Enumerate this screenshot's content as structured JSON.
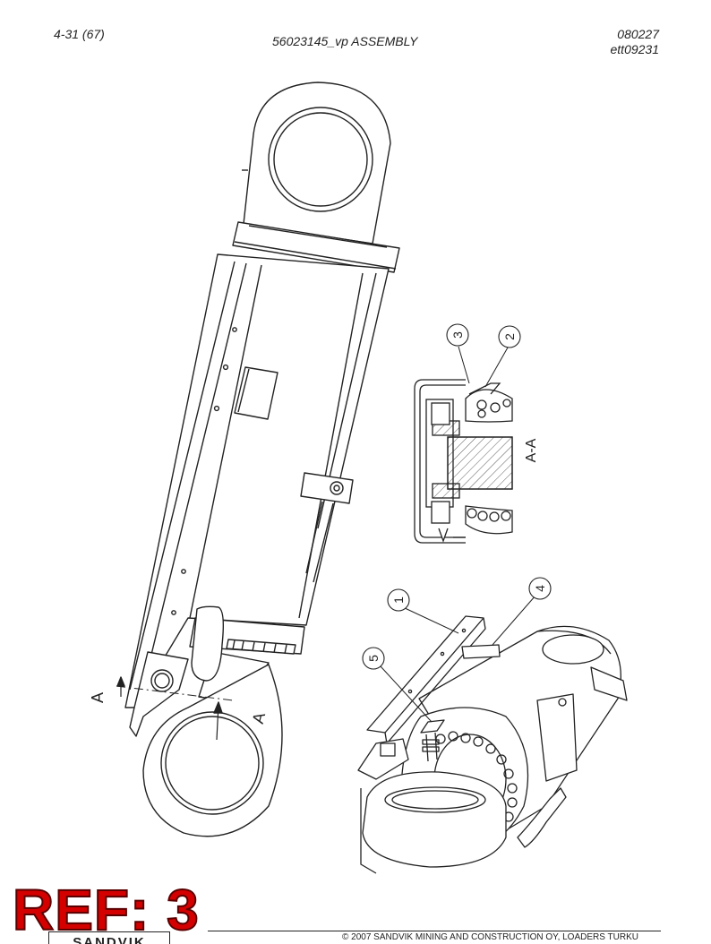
{
  "header": {
    "page": "4-31 (67)",
    "title": "56023145_vp ASSEMBLY",
    "date": "080227",
    "code": "ett09231"
  },
  "callouts": {
    "c1": "1",
    "c2": "2",
    "c3": "3",
    "c4": "4",
    "c5": "5"
  },
  "section": {
    "marker_top": "A",
    "marker_bottom": "A",
    "view_label": "A-A"
  },
  "stamp": "REF: 3",
  "footer": {
    "copyright": "© 2007 SANDVIK MINING AND CONSTRUCTION OY, LOADERS TURKU",
    "logo": "SANDVIK"
  },
  "colors": {
    "stamp": "#d40000",
    "line": "#222222"
  }
}
